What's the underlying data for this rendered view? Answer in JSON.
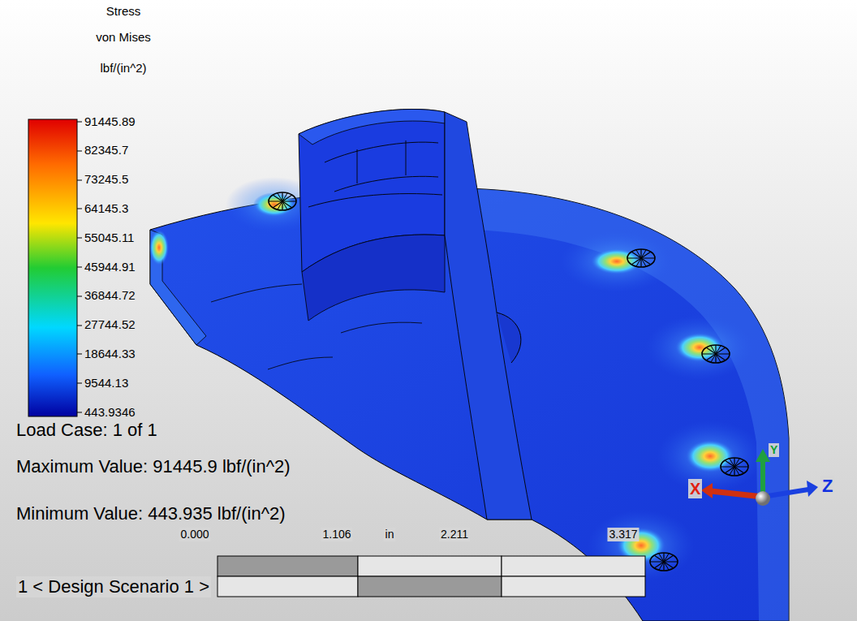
{
  "diagram": {
    "labels": [
      "Stress",
      "von Mises",
      "lbf/(in^2)",
      "91445.89",
      "82345.7",
      "73245.5",
      "64145.3",
      "55045.11",
      "45944.91",
      "36844.72",
      "27744.52",
      "18644.33",
      "9544.13",
      "443.9346",
      "Load Case: 1 of 1",
      "Maximum Value: 91445.9 lbf/(in^2)",
      "Minimum Value: 443.935 lbf/(in^2)",
      "0.000",
      "1.106",
      "in",
      "2.211",
      "3.317",
      "1 < Design Scenario 1 >",
      "X",
      "Y",
      "Z"
    ]
  }
}
